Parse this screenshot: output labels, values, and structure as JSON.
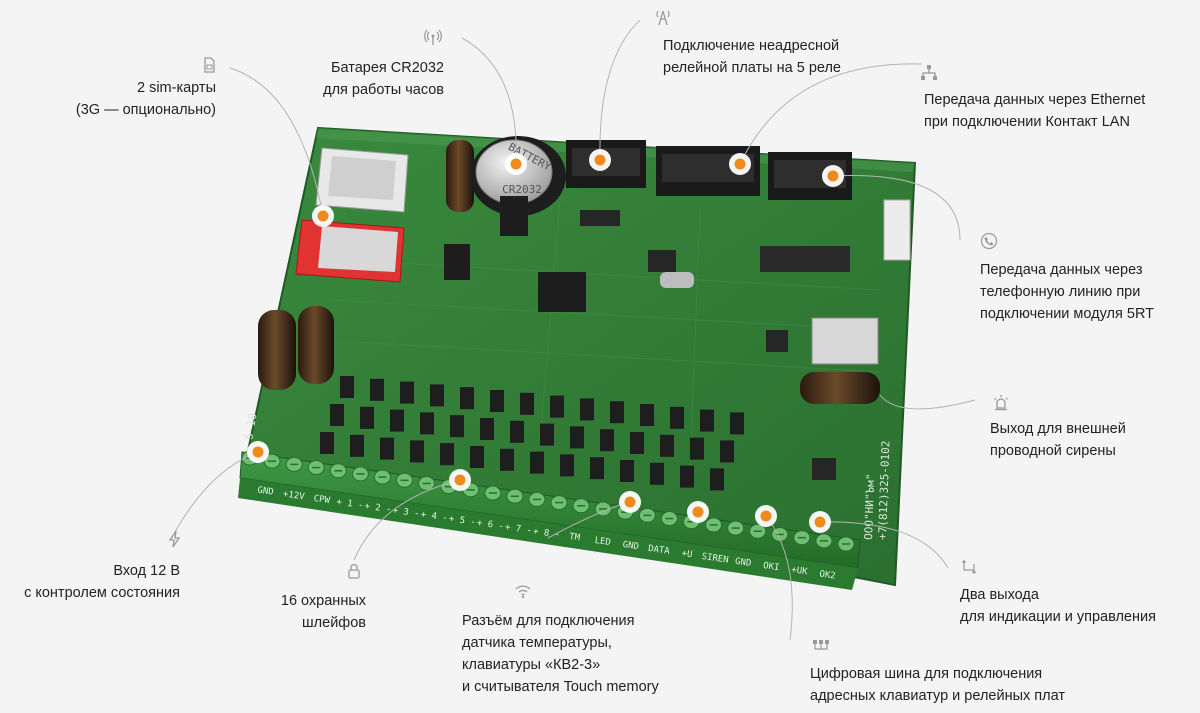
{
  "callouts": {
    "sim": {
      "lines": [
        "2 sim-карты",
        "(3G — опционально)"
      ],
      "icon": "sim-card-icon"
    },
    "battery": {
      "lines": [
        "Батарея CR2032",
        "для работы часов"
      ],
      "icon": "antenna-icon"
    },
    "relay": {
      "lines": [
        "Подключение неадресной",
        "релейной платы на 5 реле"
      ],
      "icon": "radio-tower-icon"
    },
    "ethernet": {
      "lines": [
        "Передача данных через Ethernet",
        "при подключении Контакт LAN"
      ],
      "icon": "network-icon"
    },
    "phone": {
      "lines": [
        "Передача данных через",
        "телефонную линию при",
        "подключении модуля 5RT"
      ],
      "icon": "phone-icon"
    },
    "siren": {
      "lines": [
        "Выход для внешней",
        "проводной сирены"
      ],
      "icon": "siren-icon"
    },
    "outputs": {
      "lines": [
        "Два выхода",
        "для индикации и управления"
      ],
      "icon": "switch-icon"
    },
    "bus": {
      "lines": [
        "Цифровая шина для подключения",
        "адресных клавиатур и релейных плат"
      ],
      "icon": "bus-icon"
    },
    "temp": {
      "lines": [
        "Разъём для подключения",
        "датчика температуры,",
        "клавиатуры «КВ2-3»",
        "и считывателя Touch memory"
      ],
      "icon": "wifi-icon"
    },
    "loops": {
      "lines": [
        "16 охранных",
        "шлейфов"
      ],
      "icon": "lock-icon"
    },
    "power": {
      "lines": [
        "Вход 12 В",
        "с контролем состояния"
      ],
      "icon": "lightning-icon"
    }
  },
  "board": {
    "battery_label": "BATTERY",
    "battery_model": "CR2032",
    "terminal_labels": [
      "GND",
      "+12V",
      "CPW",
      "+ 1 -",
      "+ 2 -",
      "+ 3 -",
      "+ 4 -",
      "+ 5 -",
      "+ 6 -",
      "+ 7 -",
      "+ 8 -",
      "TM",
      "LED",
      "GND",
      "DATA",
      "+U",
      "SIREN",
      "GND",
      "OKI",
      "+UK",
      "OK2"
    ],
    "brand_text": "ООО\"НИ\"Ъм\"",
    "phone_text": "+7(812)325-0102",
    "version_text": "5-10"
  },
  "colors": {
    "accent": "#f08a1c",
    "pcb": "#2f7a34",
    "pcb_dark": "#1f5a25",
    "text": "#222222"
  }
}
